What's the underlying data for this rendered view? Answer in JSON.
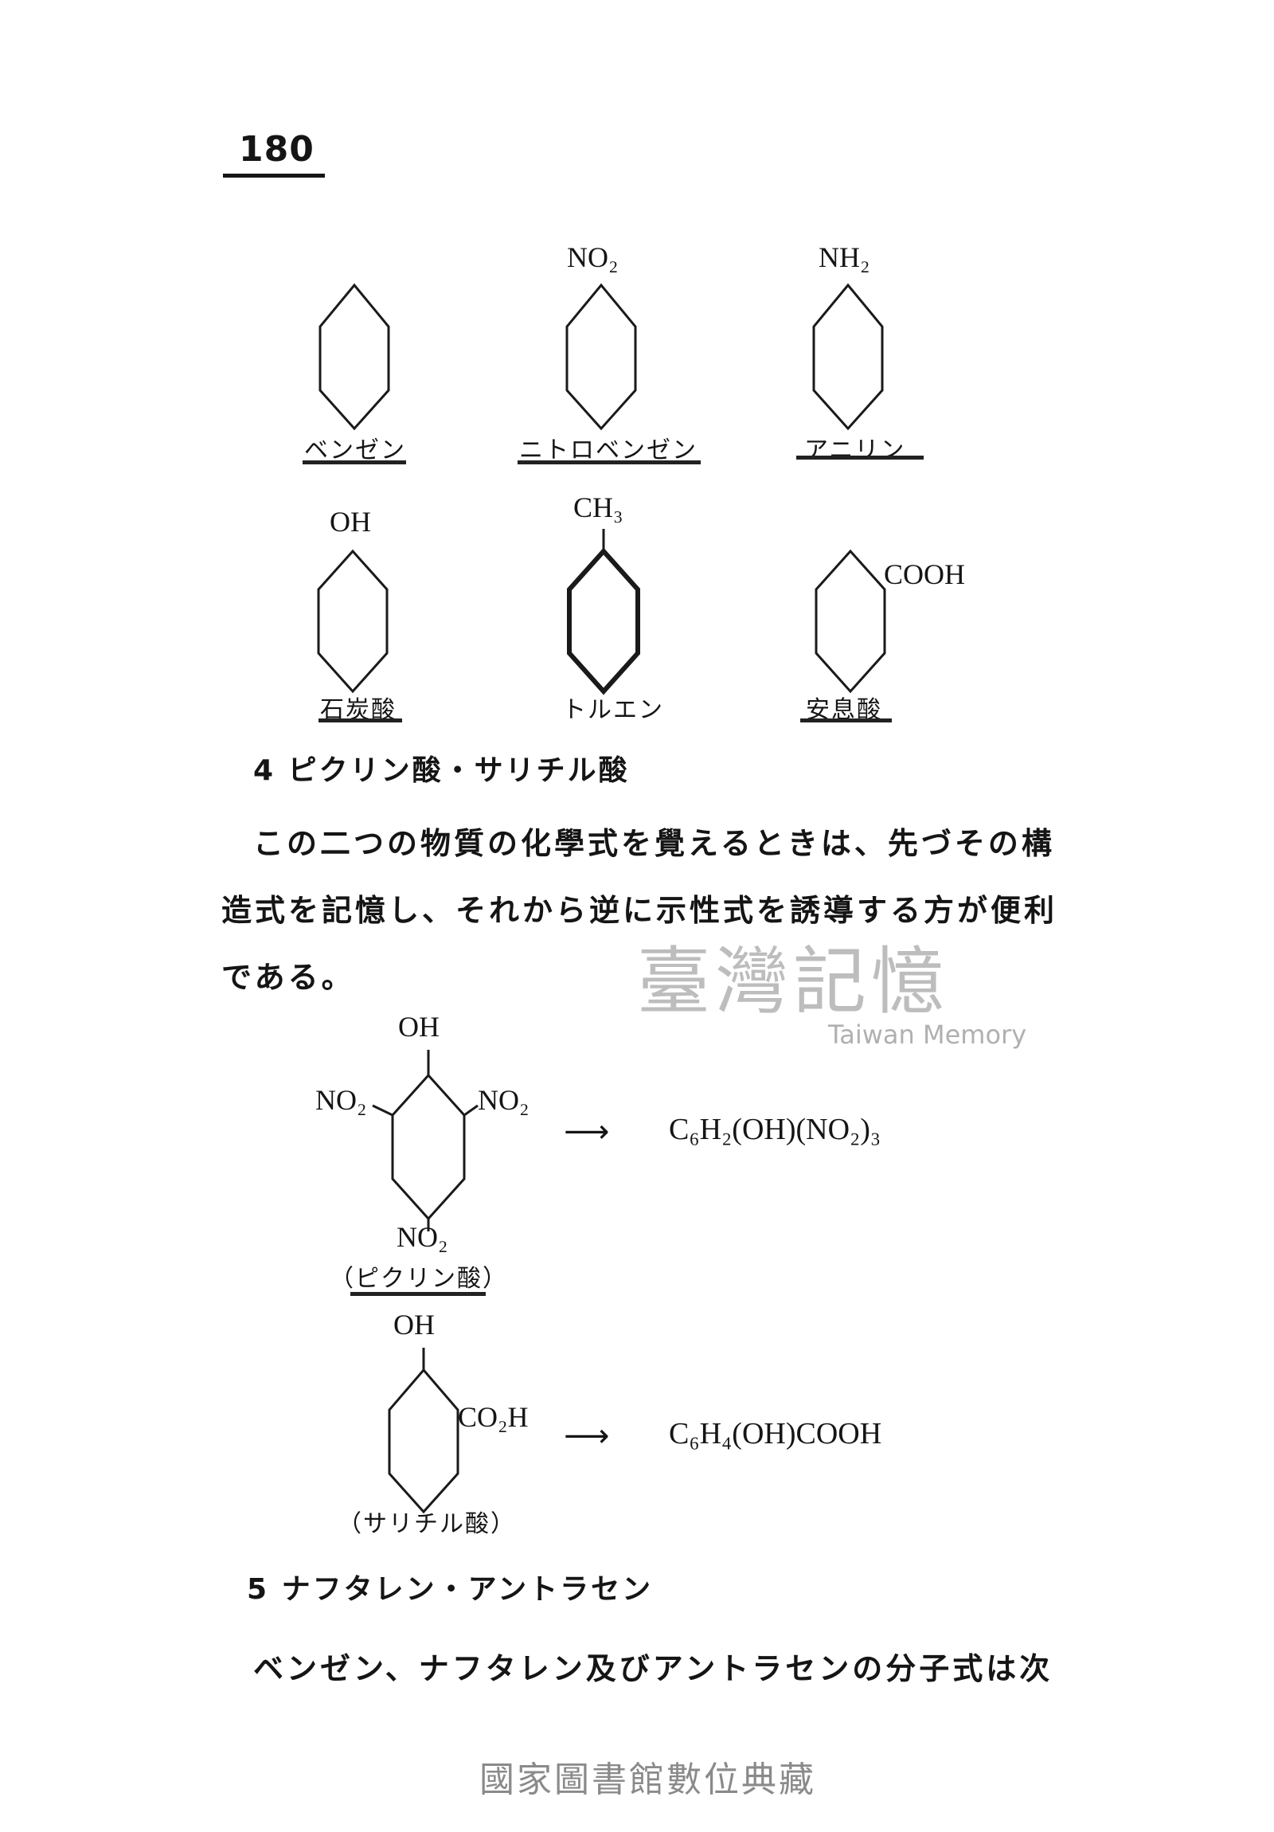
{
  "page_number": "180",
  "structures_row1": [
    {
      "substituent": "",
      "name": "ベンゼン"
    },
    {
      "substituent": "NO₂",
      "name": "ニトロベンゼン"
    },
    {
      "substituent": "NH₂",
      "name": "アニリン"
    }
  ],
  "structures_row2": [
    {
      "substituent": "OH",
      "name": "石炭酸"
    },
    {
      "substituent": "CH₃",
      "name": "トルエン"
    },
    {
      "substituent": "COOH",
      "name": "安息酸"
    }
  ],
  "section4": {
    "heading": "4 ピクリン酸・サリチル酸",
    "paragraph_lines": [
      "この二つの物質の化學式を覺えるときは、先づその構",
      "造式を記憶し、それから逆に示性式を誘導する方が便利",
      "である。"
    ]
  },
  "picric": {
    "top": "OH",
    "left": "NO₂",
    "right": "NO₂",
    "bottom": "NO₂",
    "label": "（ピクリン酸）",
    "arrow": "⟶",
    "formula": "C₆H₂(OH)(NO₂)₃"
  },
  "salicylic": {
    "top": "OH",
    "right": "CO₂H",
    "label": "（サリチル酸）",
    "arrow": "⟶",
    "formula": "C₆H₄(OH)COOH"
  },
  "section5": {
    "heading": "5 ナフタレン・アントラセン",
    "paragraph_lines": [
      "ベンゼン、ナフタレン及びアントラセンの分子式は次"
    ]
  },
  "watermark": {
    "chinese": "臺灣記憶",
    "english": "Taiwan Memory"
  },
  "footer": "國家圖書館數位典藏"
}
